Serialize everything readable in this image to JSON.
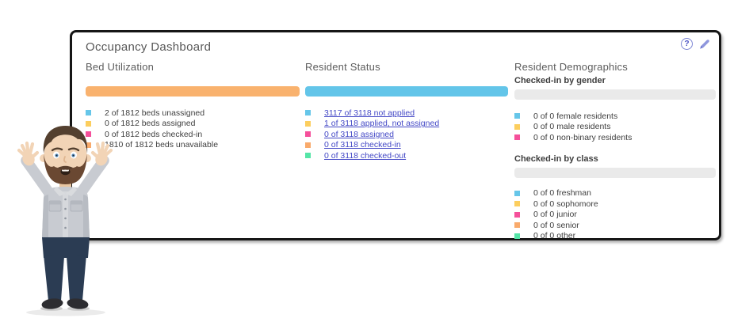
{
  "panel": {
    "title": "Occupancy Dashboard",
    "help_glyph": "?"
  },
  "sections": [
    {
      "heading": "Bed Utilization",
      "bar_color": "#f9b26e",
      "legend": [
        {
          "color": "#66c6e9",
          "label": "2 of 1812 beds unassigned"
        },
        {
          "color": "#fcce5e",
          "label": "0 of 1812 beds assigned"
        },
        {
          "color": "#f5509b",
          "label": "0 of 1812 beds checked-in"
        },
        {
          "color": "#f9aa6b",
          "label": "1810 of 1812 beds unavailable"
        }
      ]
    },
    {
      "heading": "Resident Status",
      "bar_color": "#63c5e9",
      "legend": [
        {
          "color": "#66c6e9",
          "label": "3117 of 3118 not applied"
        },
        {
          "color": "#fcce5e",
          "label": "1 of 3118 applied, not assigned"
        },
        {
          "color": "#f5509b",
          "label": "0 of 3118 assigned"
        },
        {
          "color": "#f9aa6b",
          "label": "0 of 3118 checked-in"
        },
        {
          "color": "#55e5a7",
          "label": "0 of 3118 checked-out"
        }
      ]
    },
    {
      "heading": "Resident Demographics",
      "subsections": [
        {
          "subheading": "Checked-in by gender",
          "bar_color": "#eaeaea",
          "legend": [
            {
              "color": "#66c6e9",
              "label": "0 of 0 female residents"
            },
            {
              "color": "#fcce5e",
              "label": "0 of 0 male residents"
            },
            {
              "color": "#f5509b",
              "label": "0 of 0 non-binary residents"
            }
          ]
        },
        {
          "subheading": "Checked-in by class",
          "bar_color": "#eaeaea",
          "legend": [
            {
              "color": "#66c6e9",
              "label": "0 of 0 freshman"
            },
            {
              "color": "#fcce5e",
              "label": "0 of 0 sophomore"
            },
            {
              "color": "#f5509b",
              "label": "0 of 0 junior"
            },
            {
              "color": "#f9aa6b",
              "label": "0 of 0 senior"
            },
            {
              "color": "#55e5a7",
              "label": "0 of 0 other"
            }
          ]
        }
      ]
    }
  ]
}
